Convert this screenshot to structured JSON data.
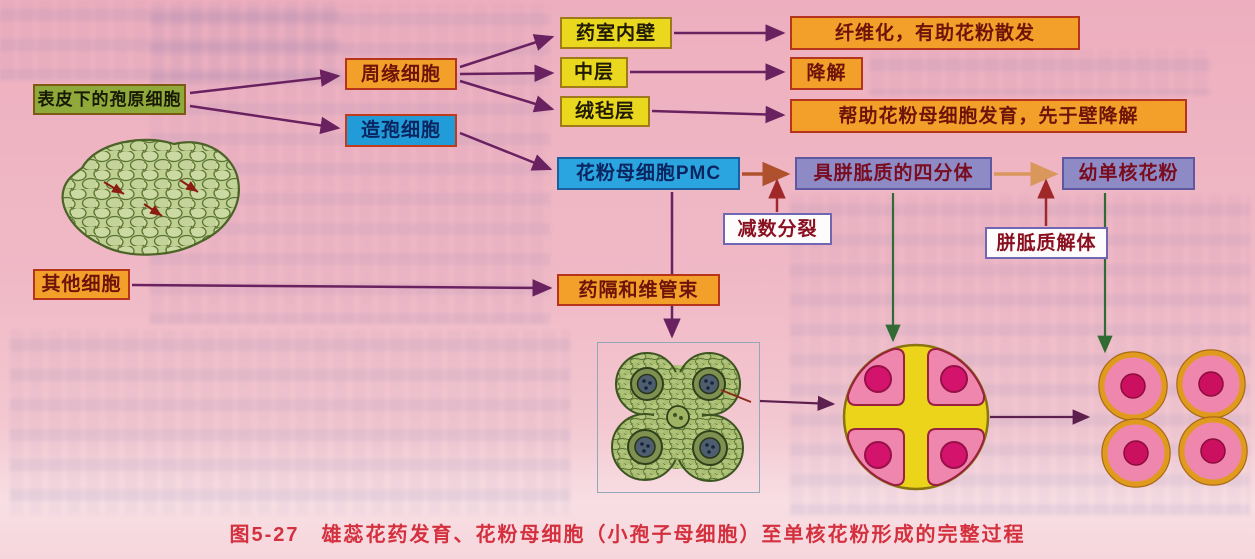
{
  "caption": "图5-27　雄蕊花药发育、花粉母细胞（小孢子母细胞）至单核花粉形成的完整过程",
  "nodes": {
    "archesporial": "表皮下的孢原细胞",
    "other_cells": "其他细胞",
    "parietal": "周缘细胞",
    "sporogenous": "造孢细胞",
    "endothecium": "药室内壁",
    "middle_layer": "中层",
    "tapetum": "绒毡层",
    "pmc": "花粉母细胞PMC",
    "connective_vascular": "药隔和维管束",
    "fibrosis": "纤维化，有助花粉散发",
    "degradation": "降解",
    "help_development": "帮助花粉母细胞发育，先于壁降解",
    "tetrad": "具胼胝质的四分体",
    "young_pollen": "幼单核花粉",
    "meiosis": "减数分裂",
    "callose_dissolution": "胼胝质解体"
  },
  "edges": [
    {
      "from": "archesporial",
      "to": "parietal"
    },
    {
      "from": "archesporial",
      "to": "sporogenous"
    },
    {
      "from": "parietal",
      "to": "endothecium"
    },
    {
      "from": "parietal",
      "to": "middle_layer"
    },
    {
      "from": "parietal",
      "to": "tapetum"
    },
    {
      "from": "sporogenous",
      "to": "pmc"
    },
    {
      "from": "endothecium",
      "to": "fibrosis"
    },
    {
      "from": "middle_layer",
      "to": "degradation"
    },
    {
      "from": "tapetum",
      "to": "help_development"
    },
    {
      "from": "pmc",
      "to": "tetrad",
      "via": "meiosis"
    },
    {
      "from": "tetrad",
      "to": "young_pollen",
      "via": "callose_dissolution"
    },
    {
      "from": "other_cells",
      "to": "connective_vascular"
    },
    {
      "from": "pmc",
      "to": "anther-cross-section-illustration"
    },
    {
      "from": "tetrad",
      "to": "tetrad-illustration"
    },
    {
      "from": "young_pollen",
      "to": "pollen-grains-illustration"
    }
  ],
  "illustrations": {
    "cell_mass": "archesporial-cell-mass",
    "anther": "anther-cross-section",
    "tetrad": "tetrad-with-callose",
    "pollen": "young-uninucleate-pollen-grains"
  },
  "colors": {
    "page_bg": "#f0b9c6",
    "green_box": "#8fa93a",
    "orange_box": "#f2a029",
    "yellow_box": "#e9d81d",
    "blue_box": "#219cd8",
    "purple_box": "#8d8ac5",
    "arrow_purple": "#6a2160",
    "arrow_dark_red": "#a02828",
    "arrow_red_brown": "#b0512e",
    "arrow_tan": "#d9975c",
    "arrow_green": "#2f6b33",
    "caption_red": "#d4303e"
  }
}
